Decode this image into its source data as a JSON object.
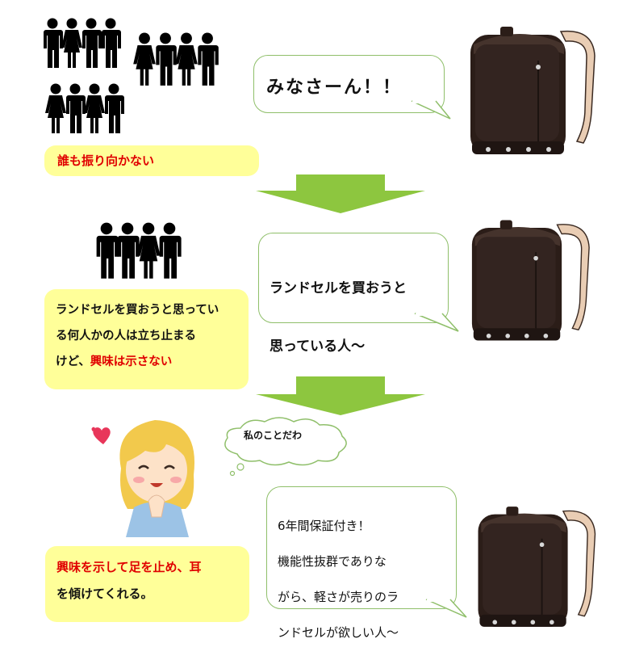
{
  "step1": {
    "bubble_text": "みなさーん！！",
    "caption": "誰も振り向かない"
  },
  "step2": {
    "bubble_lines": [
      "ランドセルを買おうと",
      "思っている人～"
    ],
    "caption_lines": [
      "ランドセルを買おうと思ってい",
      "る何人かの人は立ち止まる"
    ],
    "caption_line3_prefix": "けど、",
    "caption_line3_red": "興味は示さない"
  },
  "step3": {
    "thought_text": "私のことだわ",
    "bubble_lines": [
      "6年間保証付き！",
      "機能性抜群でありな",
      "がら、軽さが売りのラ",
      "ンドセルが欲しい人～"
    ],
    "caption_lines": [
      "興味を示して足を止め、耳",
      "を傾けてくれる。"
    ]
  },
  "colors": {
    "caption_bg": "#ffff99",
    "bubble_border": "#8fbf6a",
    "arrow": "#8dc63f",
    "highlight": "#e00000",
    "backpack": "#2b1d18",
    "strap": "#e9cdb4"
  },
  "icons": [
    "person-group-icon",
    "down-arrow-icon",
    "backpack-icon",
    "woman-icon",
    "heart-icon"
  ]
}
